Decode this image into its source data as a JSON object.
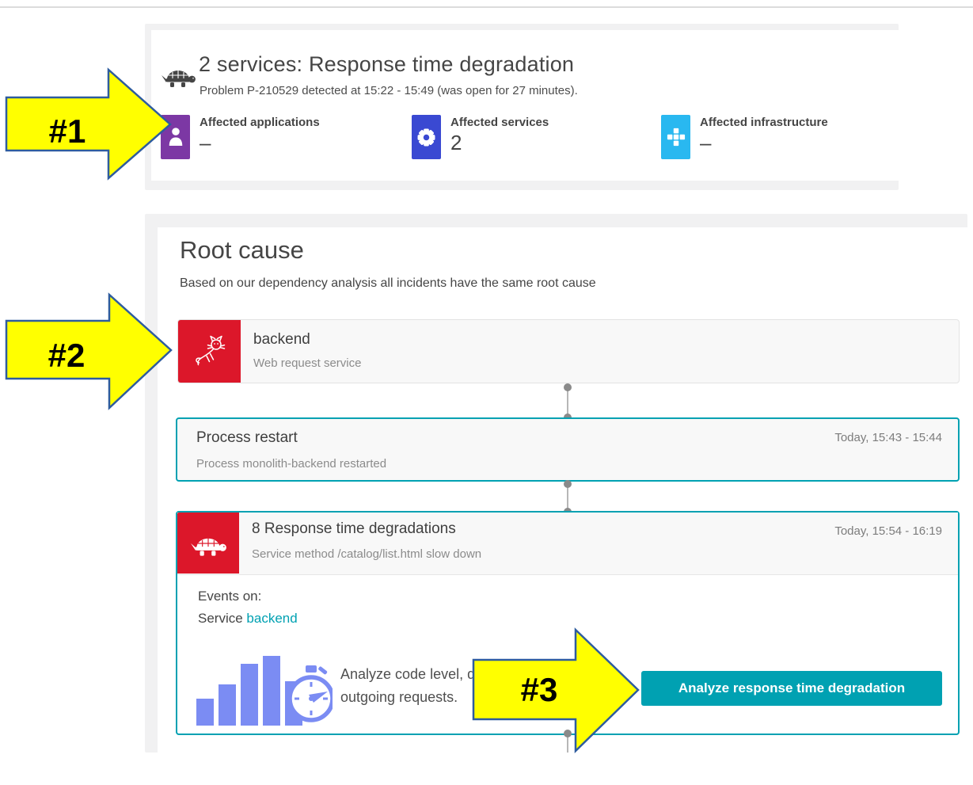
{
  "annotations": [
    {
      "label": "#1"
    },
    {
      "label": "#2"
    },
    {
      "label": "#3"
    }
  ],
  "problem_card": {
    "title": "2 services: Response time degradation",
    "detection": "Problem P-210529 detected at 15:22 - 15:49 (was open for 27 minutes).",
    "severity_icon": "turtle-slowdown-icon",
    "tiles": [
      {
        "label": "Affected applications",
        "value": "–",
        "icon": "user-icon",
        "color": "#7c38a4"
      },
      {
        "label": "Affected services",
        "value": "2",
        "icon": "gear-icon",
        "color": "#3a49d2"
      },
      {
        "label": "Affected infrastructure",
        "value": "–",
        "icon": "infrastructure-icon",
        "color": "#29b8f0"
      }
    ]
  },
  "root_cause": {
    "heading": "Root cause",
    "subheading": "Based on our dependency analysis all incidents have the same root cause",
    "service_card": {
      "name": "backend",
      "type": "Web request service",
      "icon": "tomcat-icon"
    },
    "process_event": {
      "title": "Process restart",
      "time": "Today, 15:43 - 15:44",
      "description": "Process monolith-backend restarted"
    },
    "degradation_event": {
      "title": "8 Response time degradations",
      "time": "Today, 15:54 - 16:19",
      "description": "Service method /catalog/list.html slow down",
      "events_on": "Events on:",
      "entity_prefix": "Service",
      "entity_link": "backend",
      "analysis_line1": "Analyze code level, database and",
      "analysis_line2": "outgoing requests.",
      "button_label": "Analyze response time degradation",
      "icon": "turtle-slowdown-icon",
      "analysis_icon": "bar-chart-stopwatch-icon"
    }
  },
  "colors": {
    "accent_teal": "#00a1b2",
    "alert_red": "#dc172a",
    "text_dark": "#454545",
    "text_gray": "#8b8b8b",
    "arrow_fill": "#ffff00",
    "arrow_stroke": "#2e5c9e"
  }
}
